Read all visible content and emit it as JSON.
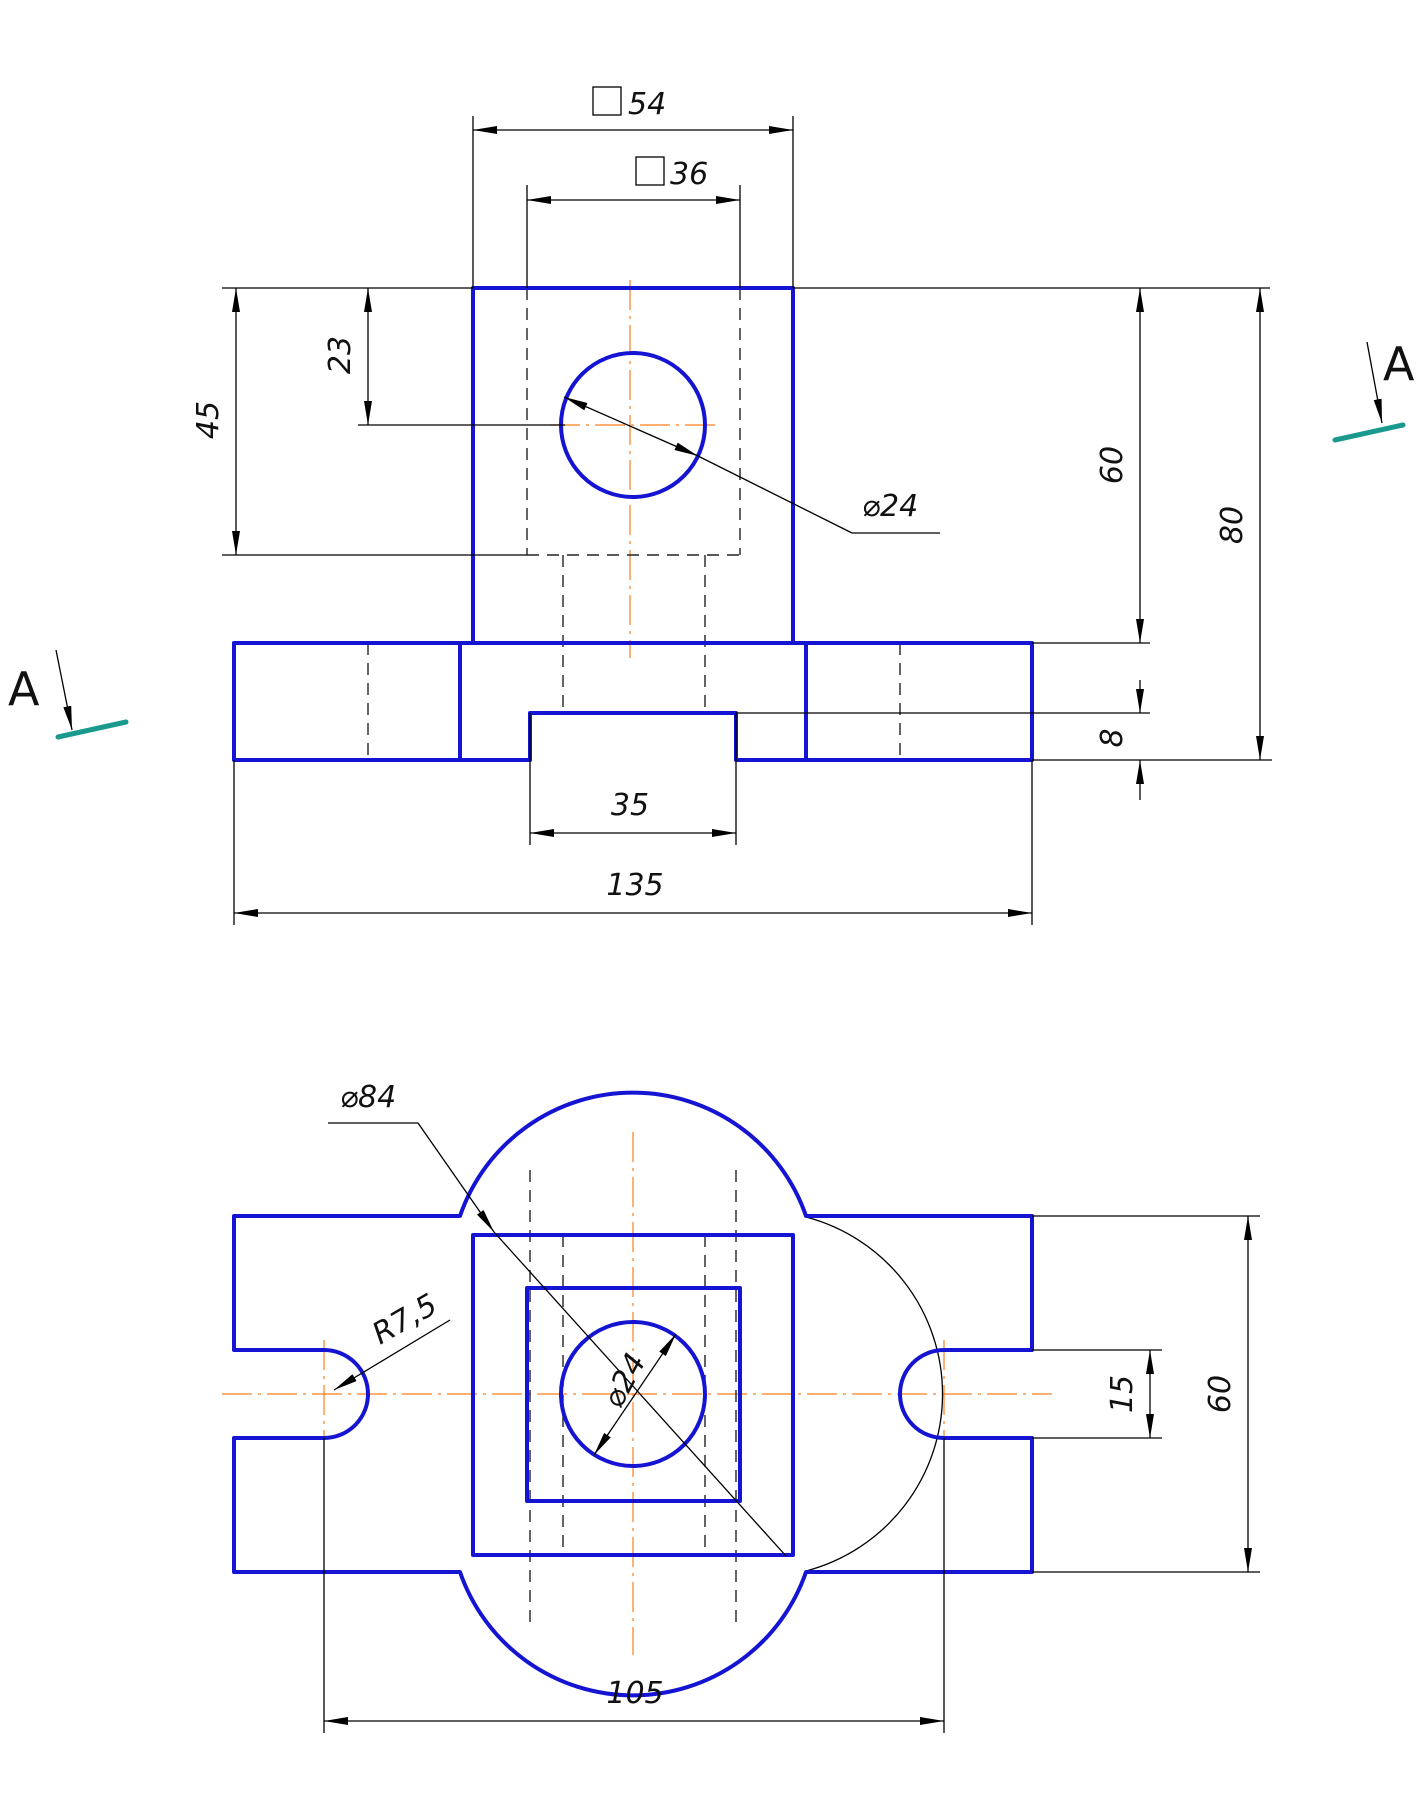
{
  "front_view": {
    "dims": {
      "square_outer": "54",
      "square_inner": "36",
      "height_45": "45",
      "height_23": "23",
      "hole_dia": "⌀24",
      "height_60": "60",
      "height_80": "80",
      "base_8": "8",
      "slot_35": "35",
      "width_135": "135"
    }
  },
  "top_view": {
    "dims": {
      "outer_dia": "⌀84",
      "hole_dia": "⌀24",
      "radius": "R7,5",
      "slot_15": "15",
      "depth_60": "60",
      "span_105": "105"
    }
  },
  "section": {
    "label_left": "A",
    "label_right": "A"
  },
  "colors": {
    "outline": "#1414d2",
    "centerline": "#ff7f1e",
    "cutting_plane": "#1a9a8e"
  }
}
